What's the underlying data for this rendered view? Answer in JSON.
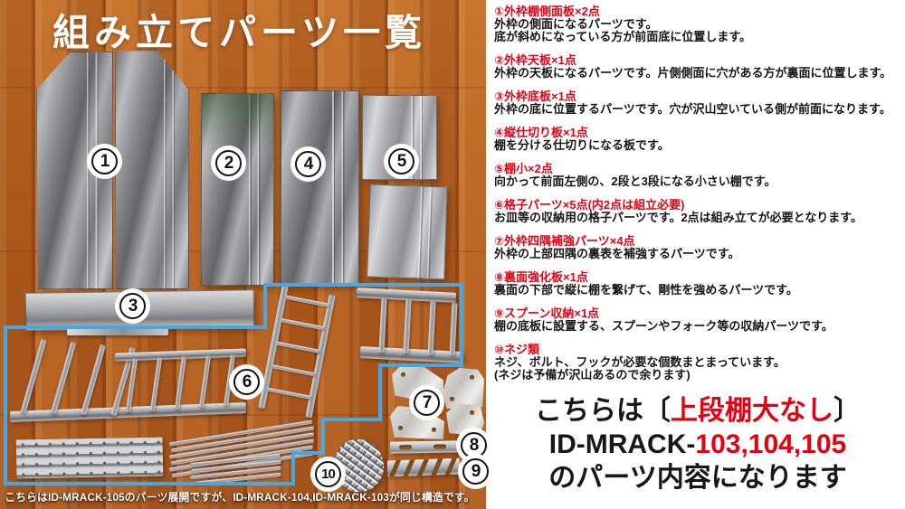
{
  "title": "組み立てパーツ一覧",
  "photo": {
    "caption": "こちらはID-MRACK-105のパーツ展開ですが、ID-MRACK-104,ID-MRACK-103が同じ構造です。",
    "badges": [
      "1",
      "2",
      "3",
      "4",
      "5",
      "6",
      "7",
      "8",
      "9",
      "10"
    ]
  },
  "parts": [
    {
      "heading": "①外枠棚側面板×2点",
      "lines": [
        "外枠の側面になるパーツです。",
        "底が斜めになっている方が前面底に位置します。"
      ]
    },
    {
      "heading": "②外枠天板×1点",
      "lines": [
        "外枠の天板になるパーツです。片側側面に穴がある方が裏面に位置します。"
      ]
    },
    {
      "heading": "③外枠底板×1点",
      "lines": [
        "外枠の底に位置するパーツです。穴が沢山空いている側が前面になります。"
      ]
    },
    {
      "heading": "④縦仕切り板×1点",
      "lines": [
        "棚を分ける仕切りになる板です。"
      ]
    },
    {
      "heading": "⑤棚小×2点",
      "lines": [
        "向かって前面左側の、2段と3段になる小さい棚です。"
      ]
    },
    {
      "heading": "⑥格子パーツ×5点(内2点は組立必要)",
      "lines": [
        "お皿等の収納用の格子パーツです。2点は組み立てが必要となります。"
      ]
    },
    {
      "heading": "⑦外枠四隅補強パーツ×4点",
      "lines": [
        "外枠の上部四隅の裏表を補強するパーツです。"
      ]
    },
    {
      "heading": "⑧裏面強化板×1点",
      "lines": [
        "裏面の下部で縦に棚を繋げて、剛性を強めるパーツです。"
      ]
    },
    {
      "heading": "⑨スプーン収納×1点",
      "lines": [
        "棚の底板に設置する、スプーンやフォーク等の収納パーツです。"
      ]
    },
    {
      "heading": "⑩ネジ類",
      "lines": [
        "ネジ、ボルト、フックが必要な個数まとまっています。",
        "(ネジは予備が沢山あるので余ります)"
      ]
    }
  ],
  "footer": {
    "l1a": "こちらは〔",
    "l1b": "上段棚大なし",
    "l1c": "〕",
    "l2a": "ID-MRACK-",
    "l2b": "103,104,105",
    "l3": "のパーツ内容になります"
  },
  "colors": {
    "heading_red": "#e60012",
    "annotation_blue": "#4aa6de"
  }
}
